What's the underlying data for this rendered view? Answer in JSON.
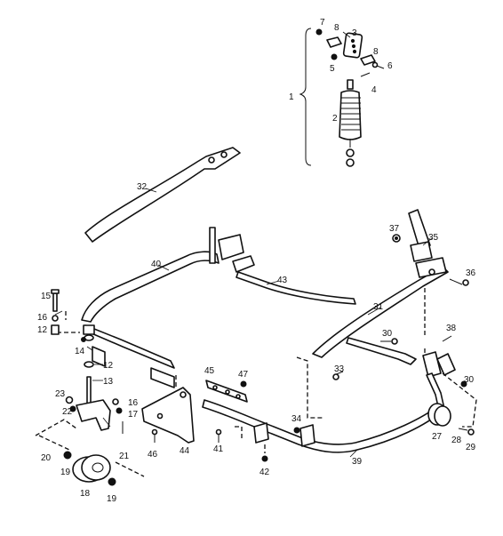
{
  "callouts": {
    "c1": "1",
    "c2": "2",
    "c3": "3",
    "c4": "4",
    "c5": "5",
    "c6": "6",
    "c7": "7",
    "c8a": "8",
    "c8b": "8",
    "c12a": "12",
    "c12b": "12",
    "c13": "13",
    "c14": "14",
    "c15": "15",
    "c16a": "16",
    "c16b": "16",
    "c17": "17",
    "c18": "18",
    "c19a": "19",
    "c19b": "19",
    "c20": "20",
    "c21": "21",
    "c22": "22",
    "c23": "23",
    "c27": "27",
    "c28": "28",
    "c29": "29",
    "c30a": "30",
    "c30b": "30",
    "c31": "31",
    "c32": "32",
    "c33": "33",
    "c34": "34",
    "c35": "35",
    "c36": "36",
    "c37": "37",
    "c38": "38",
    "c39": "39",
    "c40": "40",
    "c41": "41",
    "c42": "42",
    "c43": "43",
    "c44": "44",
    "c45": "45",
    "c46": "46",
    "c47": "47"
  }
}
